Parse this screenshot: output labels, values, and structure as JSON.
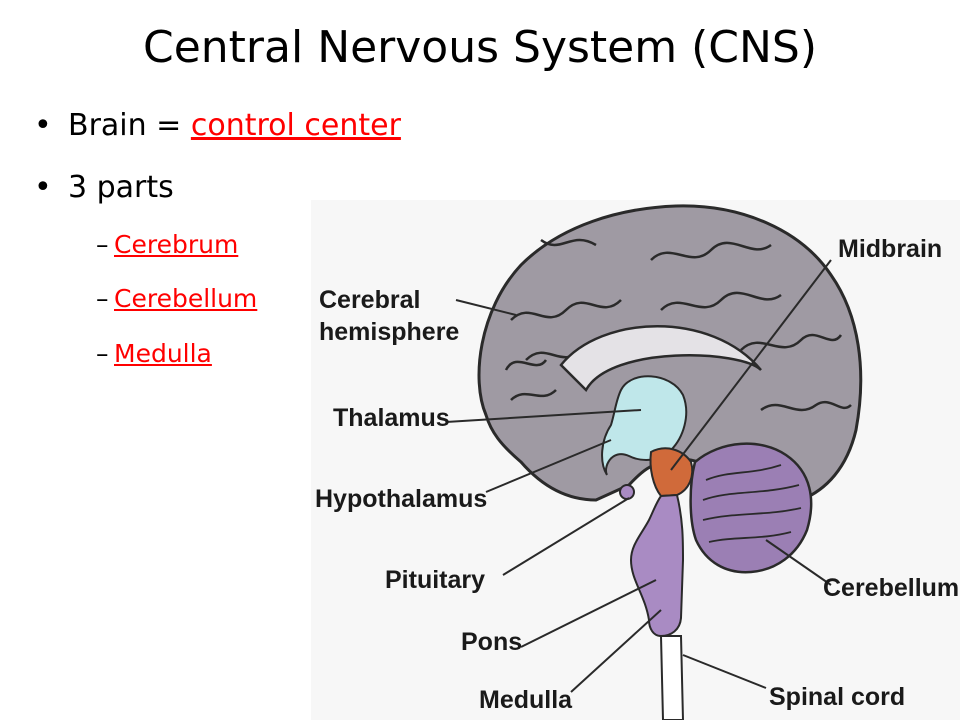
{
  "slide": {
    "title": "Central Nervous System (CNS)",
    "bullets": [
      {
        "prefix": "Brain = ",
        "highlight": "control center"
      },
      {
        "prefix": "3 parts"
      }
    ],
    "subbullets": [
      "Cerebrum",
      "Cerebellum",
      "Medulla"
    ]
  },
  "figure": {
    "labels": {
      "midbrain": "Midbrain",
      "cerebral_1": "Cerebral",
      "cerebral_2": "hemisphere",
      "thalamus": "Thalamus",
      "hypothalamus": "Hypothalamus",
      "pituitary": "Pituitary",
      "cerebellum": "Cerebellum",
      "pons": "Pons",
      "medulla": "Medulla",
      "spinal_cord": "Spinal cord"
    }
  },
  "colors": {
    "accent": "#ff0000",
    "brain_gray": "#9f9aa3",
    "thalamus": "#bfe7ea",
    "midbrain": "#d06a3a",
    "brainstem": "#a98bc3",
    "cerebellum": "#9b7fb4"
  }
}
